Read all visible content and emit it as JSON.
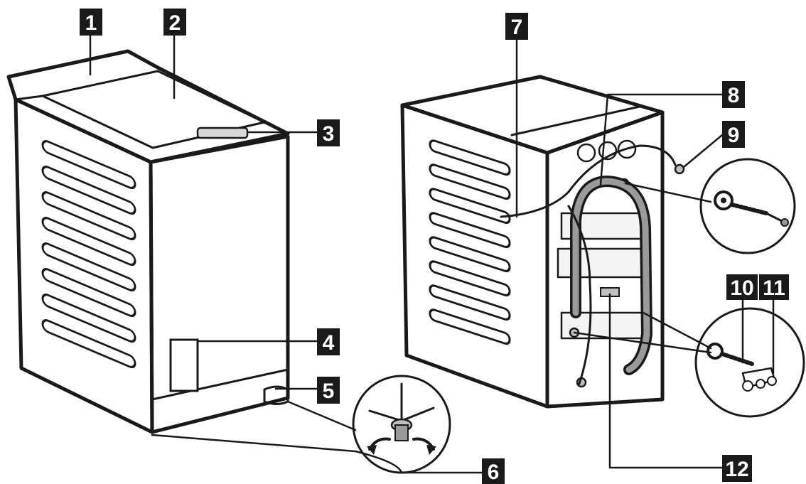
{
  "callouts": [
    {
      "id": "1",
      "label": "1"
    },
    {
      "id": "2",
      "label": "2"
    },
    {
      "id": "3",
      "label": "3"
    },
    {
      "id": "4",
      "label": "4"
    },
    {
      "id": "5",
      "label": "5"
    },
    {
      "id": "6",
      "label": "6"
    },
    {
      "id": "7",
      "label": "7"
    },
    {
      "id": "8",
      "label": "8"
    },
    {
      "id": "9",
      "label": "9"
    },
    {
      "id": "10",
      "label": "10"
    },
    {
      "id": "11",
      "label": "11"
    },
    {
      "id": "12",
      "label": "12"
    }
  ],
  "colors": {
    "ink": "#1a1a1a",
    "panel": "#f2f2f2",
    "shade": "#d9d9d9",
    "background": "#ffffff"
  }
}
